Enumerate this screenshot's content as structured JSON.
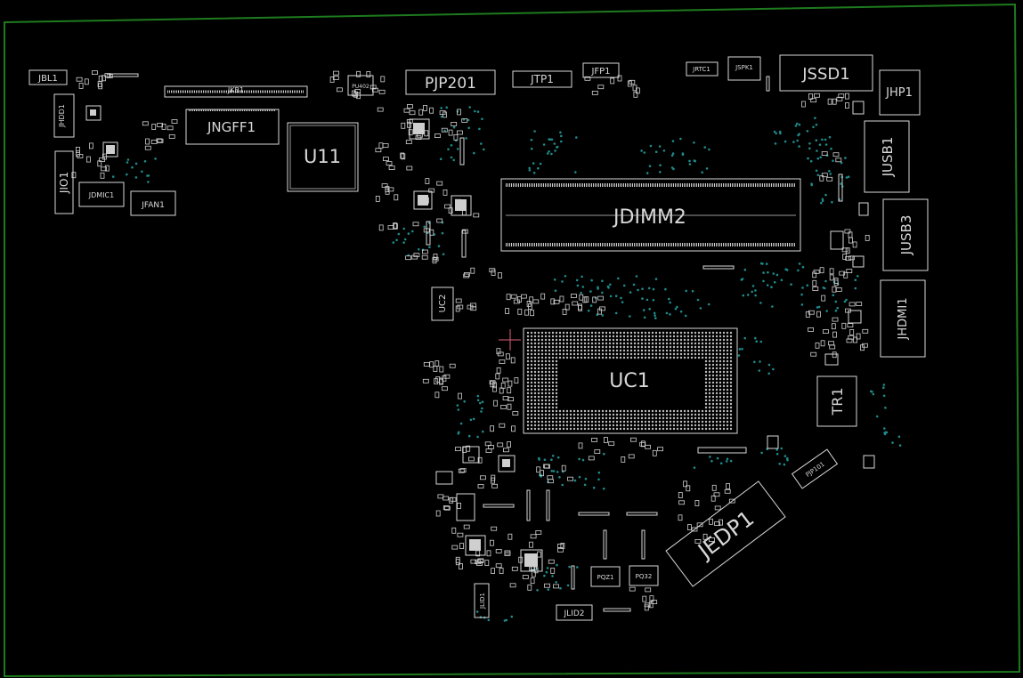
{
  "colors": {
    "background": "#000000",
    "outline": "#1e7a1e",
    "silkscreen": "#d8d8d8",
    "via": "#1f8a8a",
    "marker": "#e0607a"
  },
  "components": {
    "jbl1": "JBL1",
    "jhdd1": "JHDD1",
    "jio1": "JIO1",
    "jdmic1": "JDMIC1",
    "jfan1": "JFAN1",
    "jkb1": "JKB1",
    "jngff1": "JNGFF1",
    "u11": "U11",
    "pjp201": "PJP201",
    "jtp1": "JTP1",
    "jfp1": "JFP1",
    "jrtc1": "JRTC1",
    "jspk1": "JSPK1",
    "jssd1": "JSSD1",
    "jhp1": "JHP1",
    "jusb1": "JUSB1",
    "jusb3": "JUSB3",
    "jdimm2": "JDIMM2",
    "uc2": "UC2",
    "uc1": "UC1",
    "jhdmi1": "JHDMI1",
    "tr1": "TR1",
    "jedp1": "JEDP1",
    "pjp101": "PJP101",
    "jlid1": "JLID1",
    "jlid2": "JLID2",
    "pqz1": "PQZ1",
    "pq32": "PQ32",
    "pu402": "PU402"
  }
}
